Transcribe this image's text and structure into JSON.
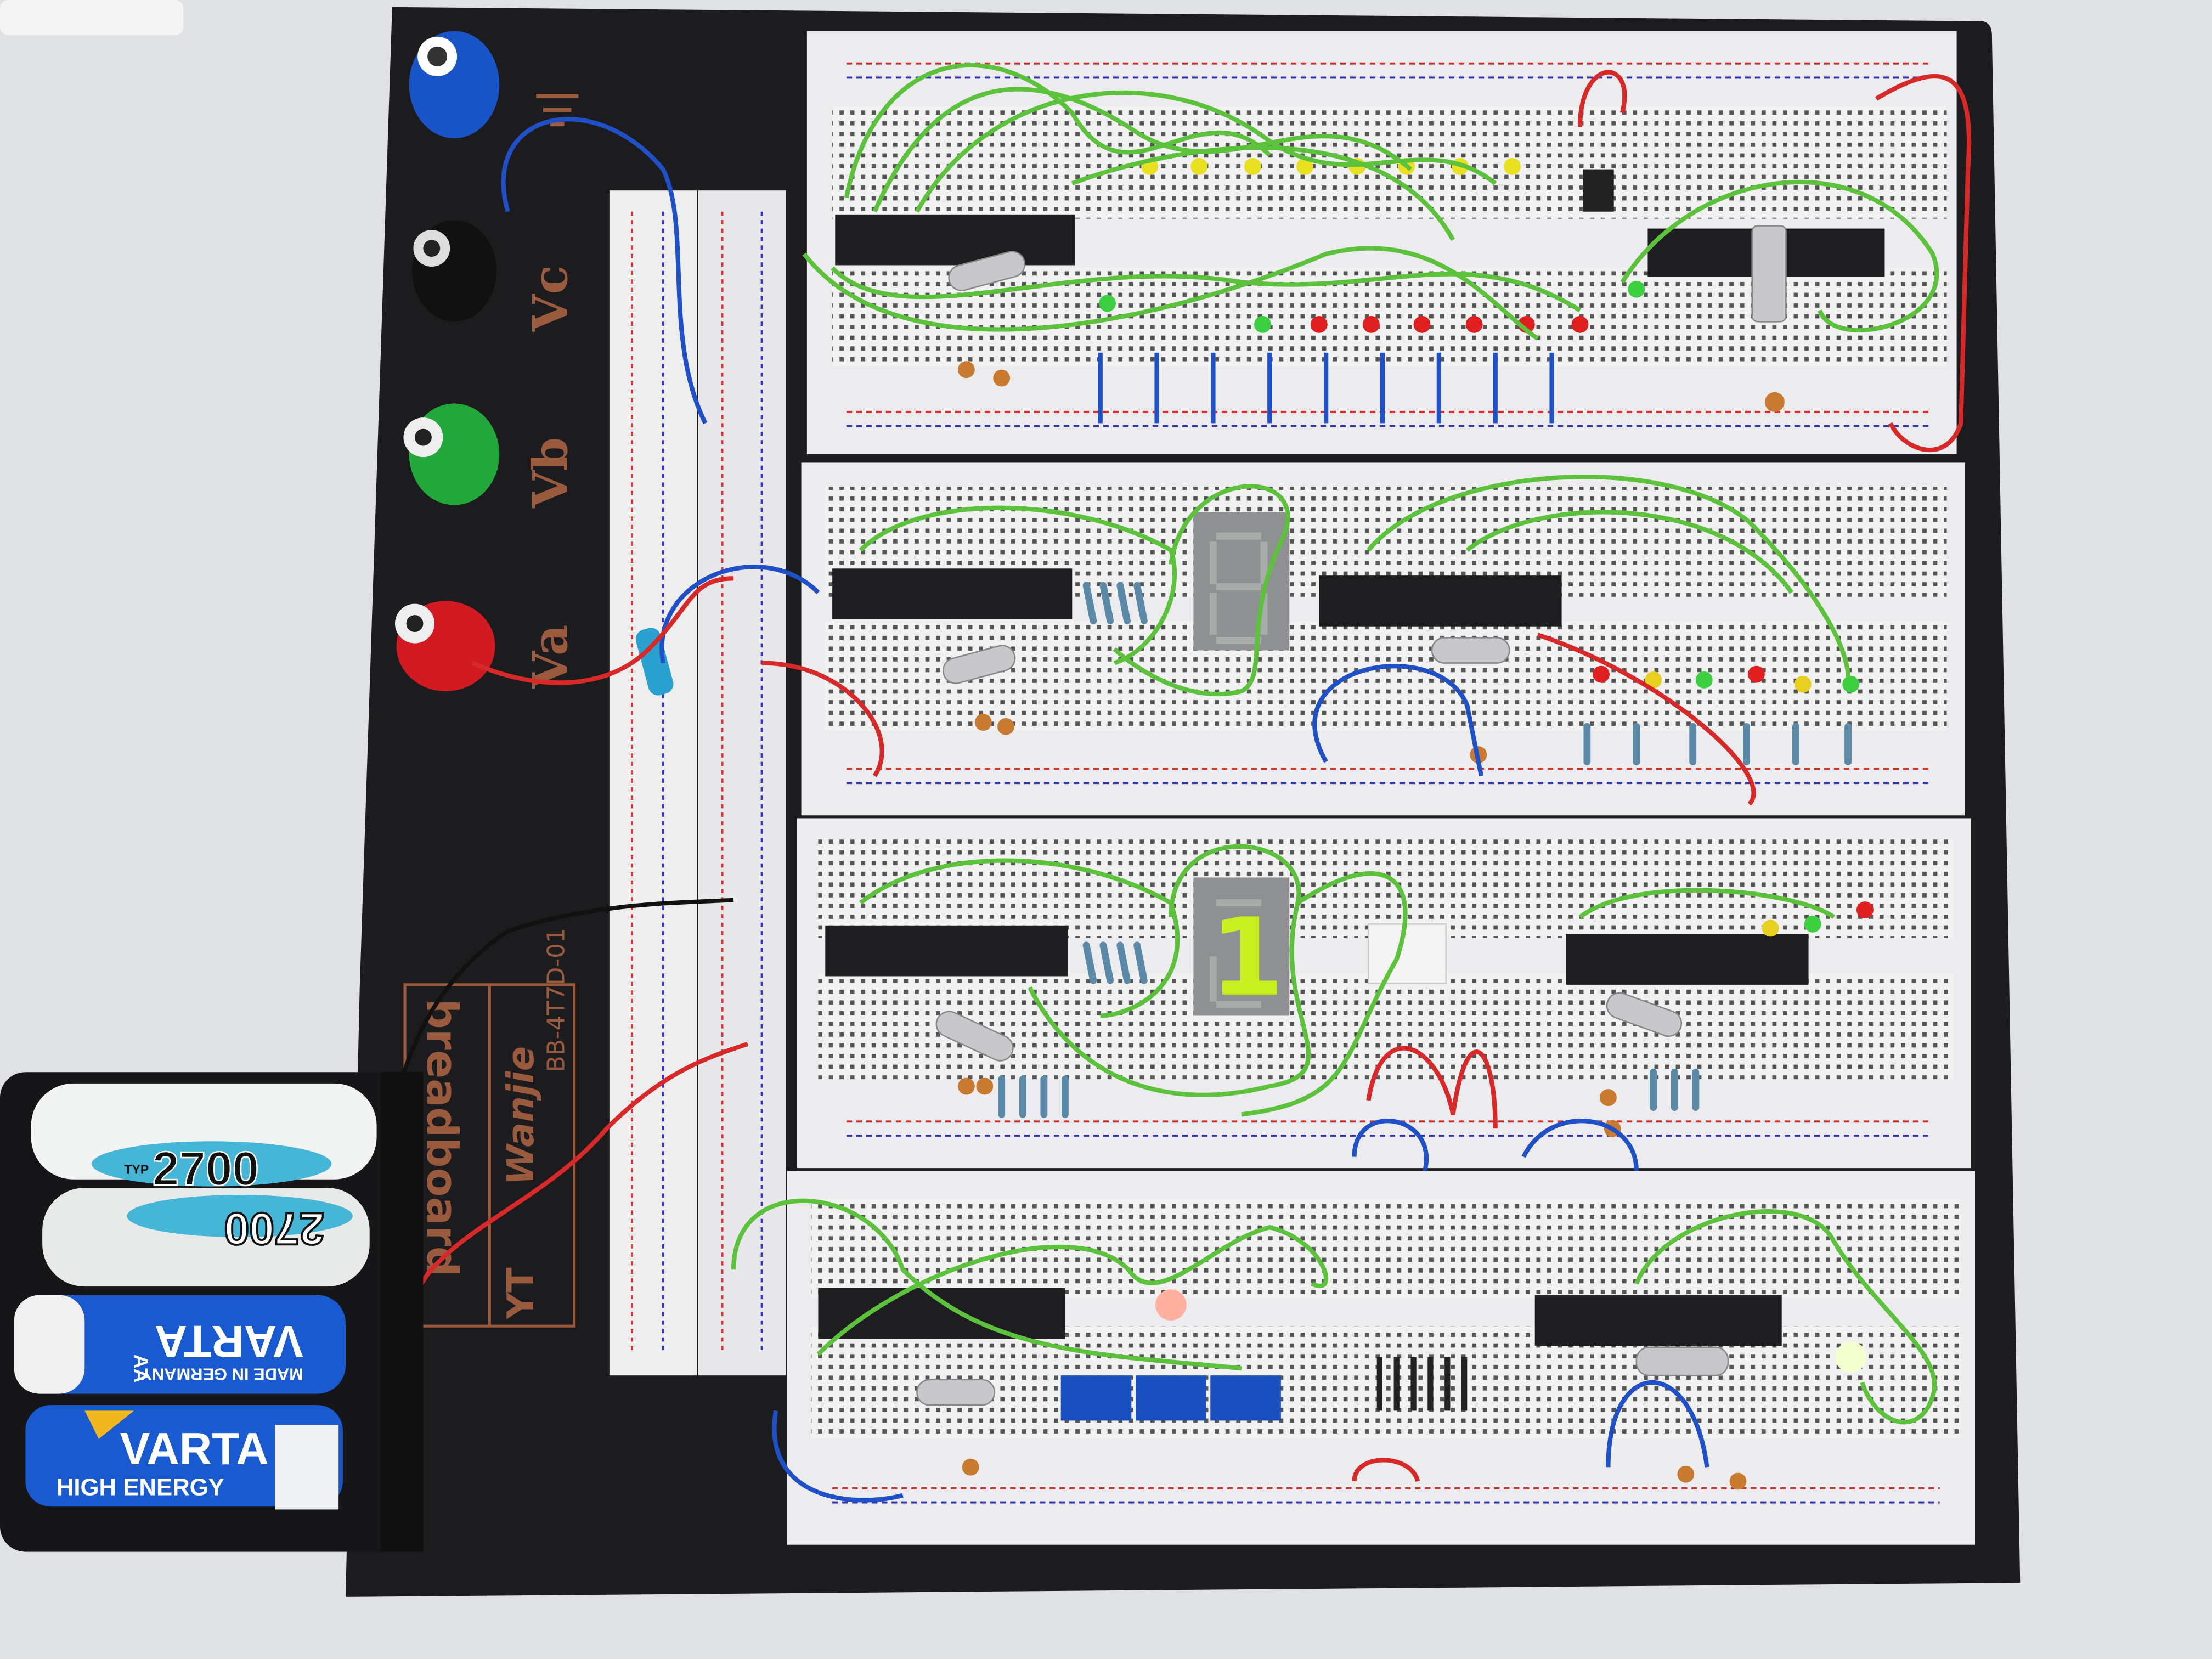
{
  "board": {
    "terminal_labels": {
      "vc": "Vc",
      "vb": "Vb",
      "va": "Va"
    },
    "brand_text": "breadboard",
    "maker_text": "Wanjie",
    "model_text": "BB-4T7D-01"
  },
  "displays": {
    "upper_digit": "",
    "lower_digit": "1"
  },
  "batteries": {
    "b1_typ": "TYP",
    "b1_capacity": "2700",
    "b2_capacity": "2700",
    "b3_brand": "VARTA",
    "b3_size": "AA",
    "b3_origin": "MADE IN GERMANY",
    "b4_brand": "VARTA",
    "b4_line": "HIGH ENERGY"
  },
  "colors": {
    "board": "#1c1c1e",
    "breadboard": "#efeff0",
    "wire_green": "#5cc23c",
    "wire_blue": "#2050c8",
    "wire_red": "#d82828",
    "segment_on": "#c8f020"
  }
}
